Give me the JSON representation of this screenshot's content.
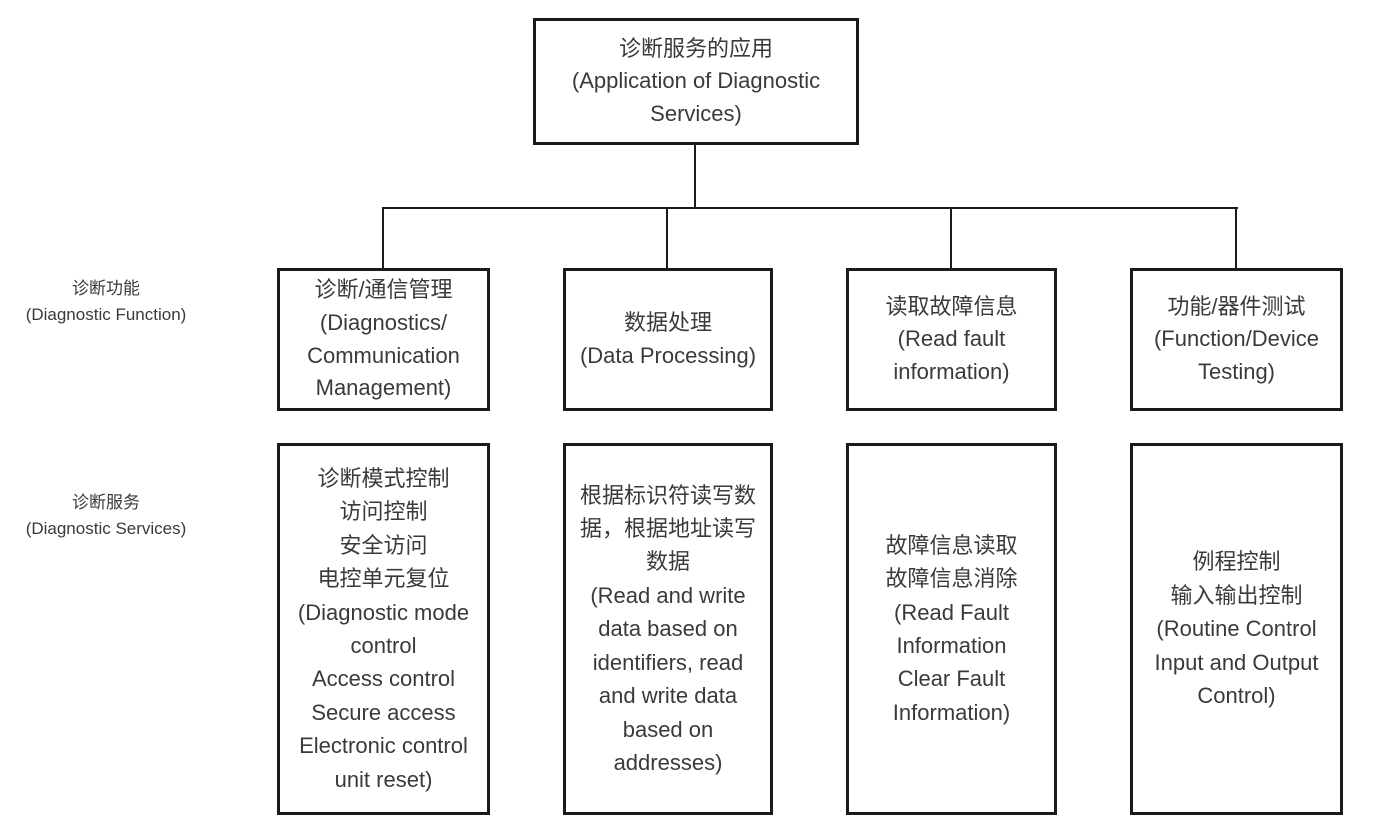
{
  "diagram": {
    "title_node": {
      "text": "诊断服务的应用\n(Application of Diagnostic\nServices)"
    },
    "row_labels": {
      "function_row": {
        "text": "诊断功能\n(Diagnostic Function)"
      },
      "service_row": {
        "text": "诊断服务\n(Diagnostic Services)"
      }
    },
    "function_nodes": [
      {
        "text": "诊断/通信管理\n(Diagnostics/\nCommunication\nManagement)"
      },
      {
        "text": "数据处理\n(Data Processing)"
      },
      {
        "text": "读取故障信息\n(Read fault\ninformation)"
      },
      {
        "text": "功能/器件测试\n(Function/Device\nTesting)"
      }
    ],
    "service_nodes": [
      {
        "text": "诊断模式控制\n访问控制\n安全访问\n电控单元复位\n(Diagnostic mode\ncontrol\nAccess control\nSecure access\nElectronic control\nunit reset)"
      },
      {
        "text": "根据标识符读写数\n据，根据地址读写\n数据\n(Read and write\ndata based on\nidentifiers, read\nand write data\nbased on\naddresses)"
      },
      {
        "text": "故障信息读取\n故障信息消除\n(Read Fault\nInformation\nClear Fault\nInformation)"
      },
      {
        "text": "例程控制\n输入输出控制\n(Routine Control\nInput and Output\nControl)"
      }
    ],
    "colors": {
      "line": "#1a1a1a",
      "text": "#3a3a3a",
      "background": "#ffffff"
    }
  }
}
